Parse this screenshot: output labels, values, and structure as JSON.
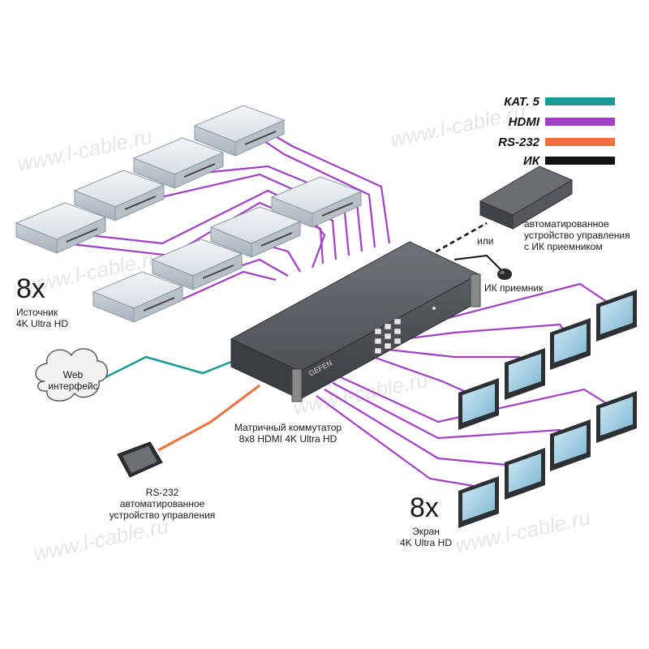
{
  "legend": {
    "items": [
      {
        "label": "КАТ. 5",
        "color": "#1a9c94"
      },
      {
        "label": "HDMI",
        "color": "#a33fc6"
      },
      {
        "label": "RS-232",
        "color": "#f0703a"
      },
      {
        "label": "ИК",
        "color": "#111111"
      }
    ]
  },
  "sources": {
    "count": "8x",
    "label_line1": "Источник",
    "label_line2": "4K Ultra HD"
  },
  "displays": {
    "count": "8x",
    "label_line1": "Экран",
    "label_line2": "4K Ultra HD"
  },
  "switcher": {
    "label_line1": "Матричный коммутатор",
    "label_line2": "8x8 HDMI 4K Ultra HD",
    "brand": "GEFEN"
  },
  "web": {
    "label_line1": "Web",
    "label_line2": "интерфейс"
  },
  "rs232_device": {
    "label_line1": "RS-232",
    "label_line2": "автоматированное",
    "label_line3": "устройство управления"
  },
  "ir_controller": {
    "label_line1": "автоматированное",
    "label_line2": "устройство управления",
    "label_line3": "с ИК приемником"
  },
  "ir_receiver": {
    "label": "ИК приемник"
  },
  "or_label": "или",
  "watermark": "www.l-cable.ru"
}
